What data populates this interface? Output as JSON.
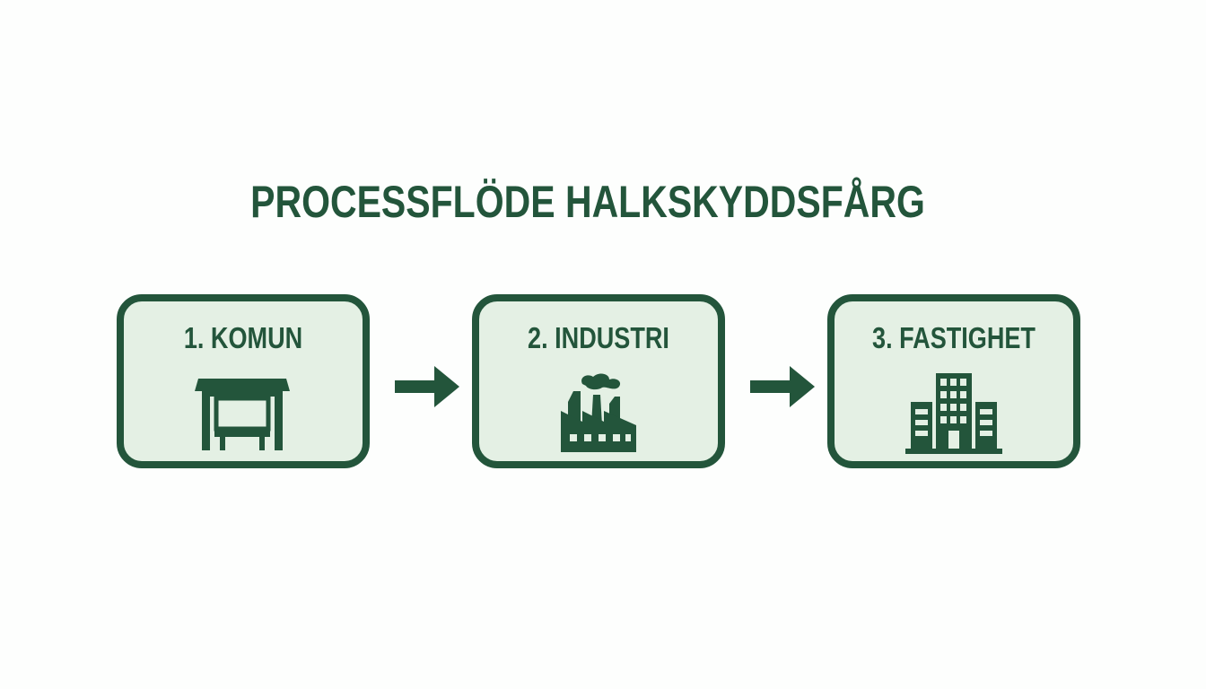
{
  "diagram": {
    "title": "PROCESSFLÖDE HALKSKYDDSFÅRG",
    "steps": [
      {
        "label": "1. KOMUN",
        "icon": "bus-shelter-icon"
      },
      {
        "label": "2. INDUSTRI",
        "icon": "factory-icon"
      },
      {
        "label": "3. FASTIGHET",
        "icon": "building-icon"
      }
    ],
    "connectors": [
      "arrow-right-icon",
      "arrow-right-icon"
    ]
  },
  "colors": {
    "primary": "#23553b",
    "box_fill": "#e4f0e4",
    "background": "#fdfefd"
  }
}
